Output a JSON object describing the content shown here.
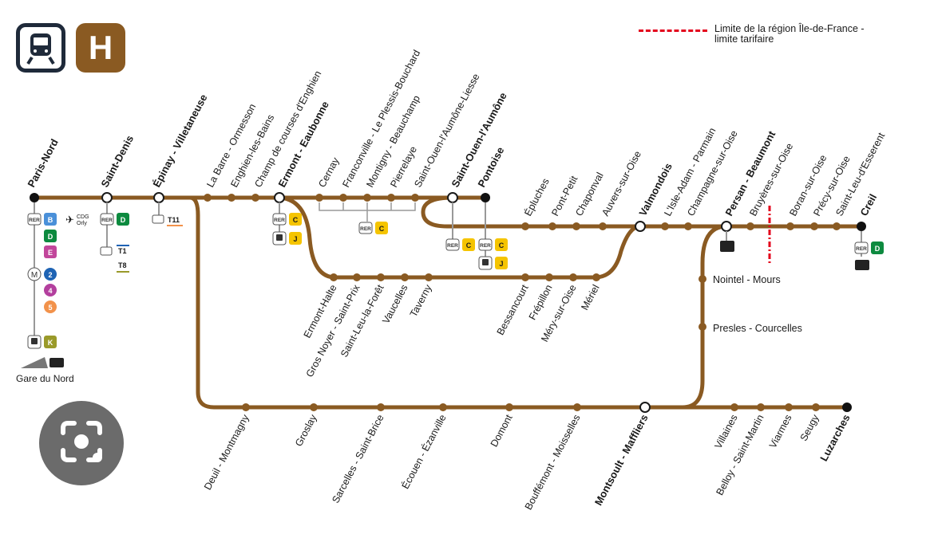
{
  "legend": {
    "line1": "Limite de la région Île-de-France -",
    "line2": "limite tarifaire"
  },
  "icons": {
    "mode": "train-icon",
    "line_letter": "H",
    "camera": "camera-search-icon"
  },
  "colors": {
    "line": "#8a5a22",
    "rer_b": "#4a90d9",
    "rer_d": "#0d8a3f",
    "rer_e": "#c2469b",
    "metro_2": "#1e63b4",
    "metro_4": "#b3409e",
    "metro_5": "#f2924b",
    "transilien_k": "#9a9a2a",
    "transilien_c_j": "#f5c400",
    "boundary": "#e3001b"
  },
  "badges": {
    "rer": "RER",
    "b": "B",
    "d": "D",
    "e": "E",
    "c": "C",
    "j": "J",
    "k": "K",
    "m": "M",
    "m2": "2",
    "m4": "4",
    "m5": "5",
    "t1": "T1",
    "t8": "T8",
    "t11": "T11",
    "cdg1": "CDG",
    "cdg2": "Orly"
  },
  "gare_du_nord": "Gare du Nord",
  "stations": {
    "paris_nord": "Paris-Nord",
    "saint_denis": "Saint-Denis",
    "epinay": "Épinay - Villetaneuse",
    "la_barre": "La Barre - Ormesson",
    "enghien": "Enghien-les-Bains",
    "champ_courses": "Champ de courses d'Enghien",
    "ermont_eaubonne": "Ermont - Eaubonne",
    "cernay": "Cernay",
    "franconville": "Franconville - Le Plessis-Bouchard",
    "montigny": "Montigny - Beauchamp",
    "pierrelaye": "Pierrelaye",
    "so_liesse": "Saint-Ouen-l'Aumône-Liesse",
    "so_aumone": "Saint-Ouen-l'Aumône",
    "pontoise": "Pontoise",
    "epluches": "Épluches",
    "pont_petit": "Pont-Petit",
    "chaponval": "Chaponval",
    "auvers": "Auvers-sur-Oise",
    "valmondois": "Valmondois",
    "isle_adam": "L'Isle-Adam - Parmain",
    "champagne": "Champagne-sur-Oise",
    "persan": "Persan - Beaumont",
    "bruyeres": "Bruyères-sur-Oise",
    "boran": "Boran-sur-Oise",
    "precy": "Précy-sur-Oise",
    "saint_leu_esserent": "Saint-Leu-d'Esserent",
    "creil": "Creil",
    "ermont_halte": "Ermont-Halte",
    "gros_noyer": "Gros Noyer - Saint-Prix",
    "saint_leu_foret": "Saint-Leu-la-Forêt",
    "vaucelles": "Vaucelles",
    "taverny": "Taverny",
    "bessancourt": "Bessancourt",
    "frepillon": "Frépillon",
    "mery": "Méry-sur-Oise",
    "meriel": "Mériel",
    "nointel": "Nointel - Mours",
    "presles": "Presles - Courcelles",
    "deuil": "Deuil - Montmagny",
    "groslay": "Groslay",
    "sarcelles": "Sarcelles - Saint-Brice",
    "ecouen": "Écouen - Ézanville",
    "domont": "Domont",
    "bouffemont": "Bouffémont - Moisselles",
    "montsoult": "Montsoult - Maffliers",
    "villaines": "Villaines",
    "belloy": "Belloy - Saint-Martin",
    "viarmes": "Viarmes",
    "seugy": "Seugy",
    "luzarches": "Luzarches"
  }
}
